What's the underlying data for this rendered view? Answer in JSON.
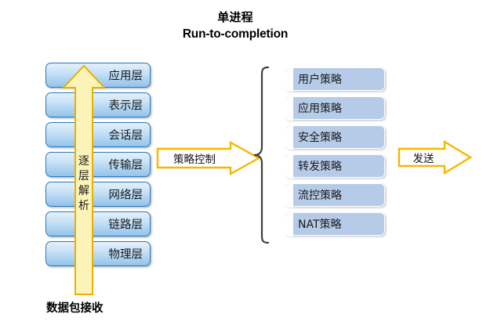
{
  "title": {
    "line1": "单进程",
    "line2": "Run-to-completion"
  },
  "left_stack": {
    "caption": "数据包接收",
    "arrow_label_chars": [
      "逐",
      "层",
      "解",
      "析"
    ],
    "arrow_label": "逐层解析",
    "layers": [
      {
        "label": "应用层"
      },
      {
        "label": "表示层"
      },
      {
        "label": "会话层"
      },
      {
        "label": "传输层"
      },
      {
        "label": "网络层"
      },
      {
        "label": "链路层"
      },
      {
        "label": "物理层"
      }
    ]
  },
  "policy_arrow": {
    "label": "策略控制"
  },
  "policy_list": {
    "items": [
      {
        "label": "用户策略"
      },
      {
        "label": "应用策略"
      },
      {
        "label": "安全策略"
      },
      {
        "label": "转发策略"
      },
      {
        "label": "流控策略"
      },
      {
        "label": "NAT策略"
      }
    ]
  },
  "send_arrow": {
    "label": "发送"
  },
  "colors": {
    "layer_border": "#2e78b8",
    "layer_fill_top": "#e4f0fb",
    "layer_fill_bottom": "#93c3ea",
    "policy_fill": "#b6cbe8",
    "arrow_yellow_fill": "#fcf3b8",
    "arrow_yellow_border": "#e8b000",
    "arrow_gold_outline": "#f5b800",
    "brace_stroke": "#3f3f3f",
    "text": "#1a1a1a"
  }
}
